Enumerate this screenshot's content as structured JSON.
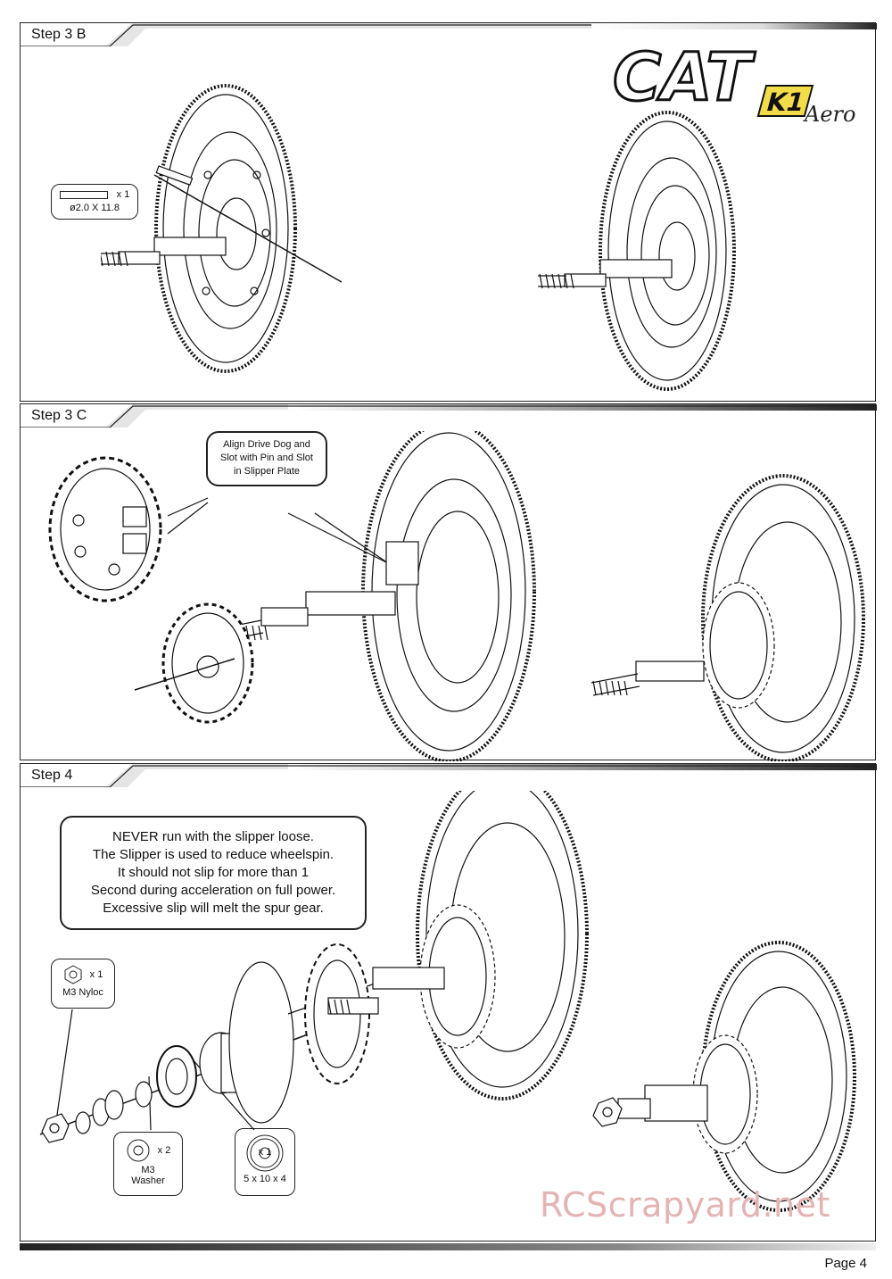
{
  "brand": {
    "logo_text": "CAT",
    "logo_badge": "K1",
    "logo_sub": "Aero"
  },
  "steps": [
    {
      "title": "Step 3 B"
    },
    {
      "title": "Step 3 C"
    },
    {
      "title": "Step 4"
    }
  ],
  "step3b": {
    "pin_part": {
      "qty": "x 1",
      "spec": "ø2.0 X 11.8"
    }
  },
  "step3c": {
    "align_note": [
      "Align Drive Dog and",
      "Slot with Pin and Slot",
      "in Slipper Plate"
    ]
  },
  "step4": {
    "warning": [
      "NEVER run with the slipper loose.",
      "The Slipper is used to reduce wheelspin.",
      "It should not slip for more than 1",
      "Second during acceleration on full power.",
      "Excessive slip will melt the spur gear."
    ],
    "nut_part": {
      "qty": "x 1",
      "name": "M3 Nyloc"
    },
    "washer_part": {
      "qty": "x 2",
      "name_line1": "M3",
      "name_line2": "Washer"
    },
    "bearing_part": {
      "qty": "x 1",
      "name": "5 x 10 x 4"
    }
  },
  "footer": {
    "page": "Page 4",
    "watermark": "RCScrapyard.net"
  }
}
